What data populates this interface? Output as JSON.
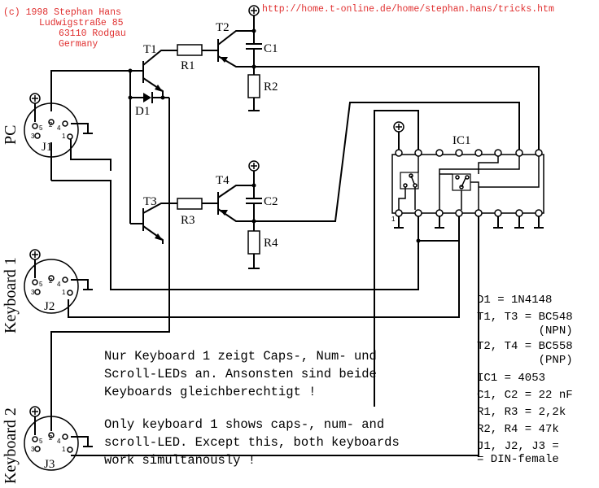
{
  "header": {
    "copyright_lines": [
      "(c) 1998 Stephan Hans",
      "Ludwigstraße 85",
      "63110 Rodgau",
      "Germany"
    ],
    "url": "http://home.t-online.de/home/stephan.hans/tricks.htm"
  },
  "colors": {
    "header_text": "#e03030",
    "ink": "#000000",
    "background": "#ffffff"
  },
  "connectors": {
    "j1": {
      "side_label": "PC",
      "ref": "J1"
    },
    "j2": {
      "side_label": "Keyboard 1",
      "ref": "J2"
    },
    "j3": {
      "side_label": "Keyboard 2",
      "ref": "J3"
    },
    "pin_numbers": [
      "5",
      "2",
      "4",
      "3",
      "1"
    ]
  },
  "components": {
    "t1": "T1",
    "t2": "T2",
    "t3": "T3",
    "t4": "T4",
    "r1": "R1",
    "r2": "R2",
    "r3": "R3",
    "r4": "R4",
    "c1": "C1",
    "c2": "C2",
    "d1": "D1",
    "ic1": "IC1",
    "ic_pin1": "1"
  },
  "notes": {
    "german": [
      "Nur Keyboard 1 zeigt Caps-, Num- und",
      "Scroll-LEDs an. Ansonsten sind beide",
      "Keyboards gleichberechtigt !"
    ],
    "english": [
      "Only keyboard 1 shows caps-, num- and",
      "scroll-LED. Except this, both keyboards",
      "work simultanously !"
    ]
  },
  "parts_list": [
    "D1 = 1N4148",
    "T1, T3 = BC548",
    "         (NPN)",
    "T2, T4 = BC558",
    "         (PNP)",
    "IC1 = 4053",
    "C1, C2 = 22 nF",
    "R1, R3 = 2,2k",
    "R2, R4 = 47k",
    "J1, J2, J3 =",
    "= DIN-female"
  ]
}
